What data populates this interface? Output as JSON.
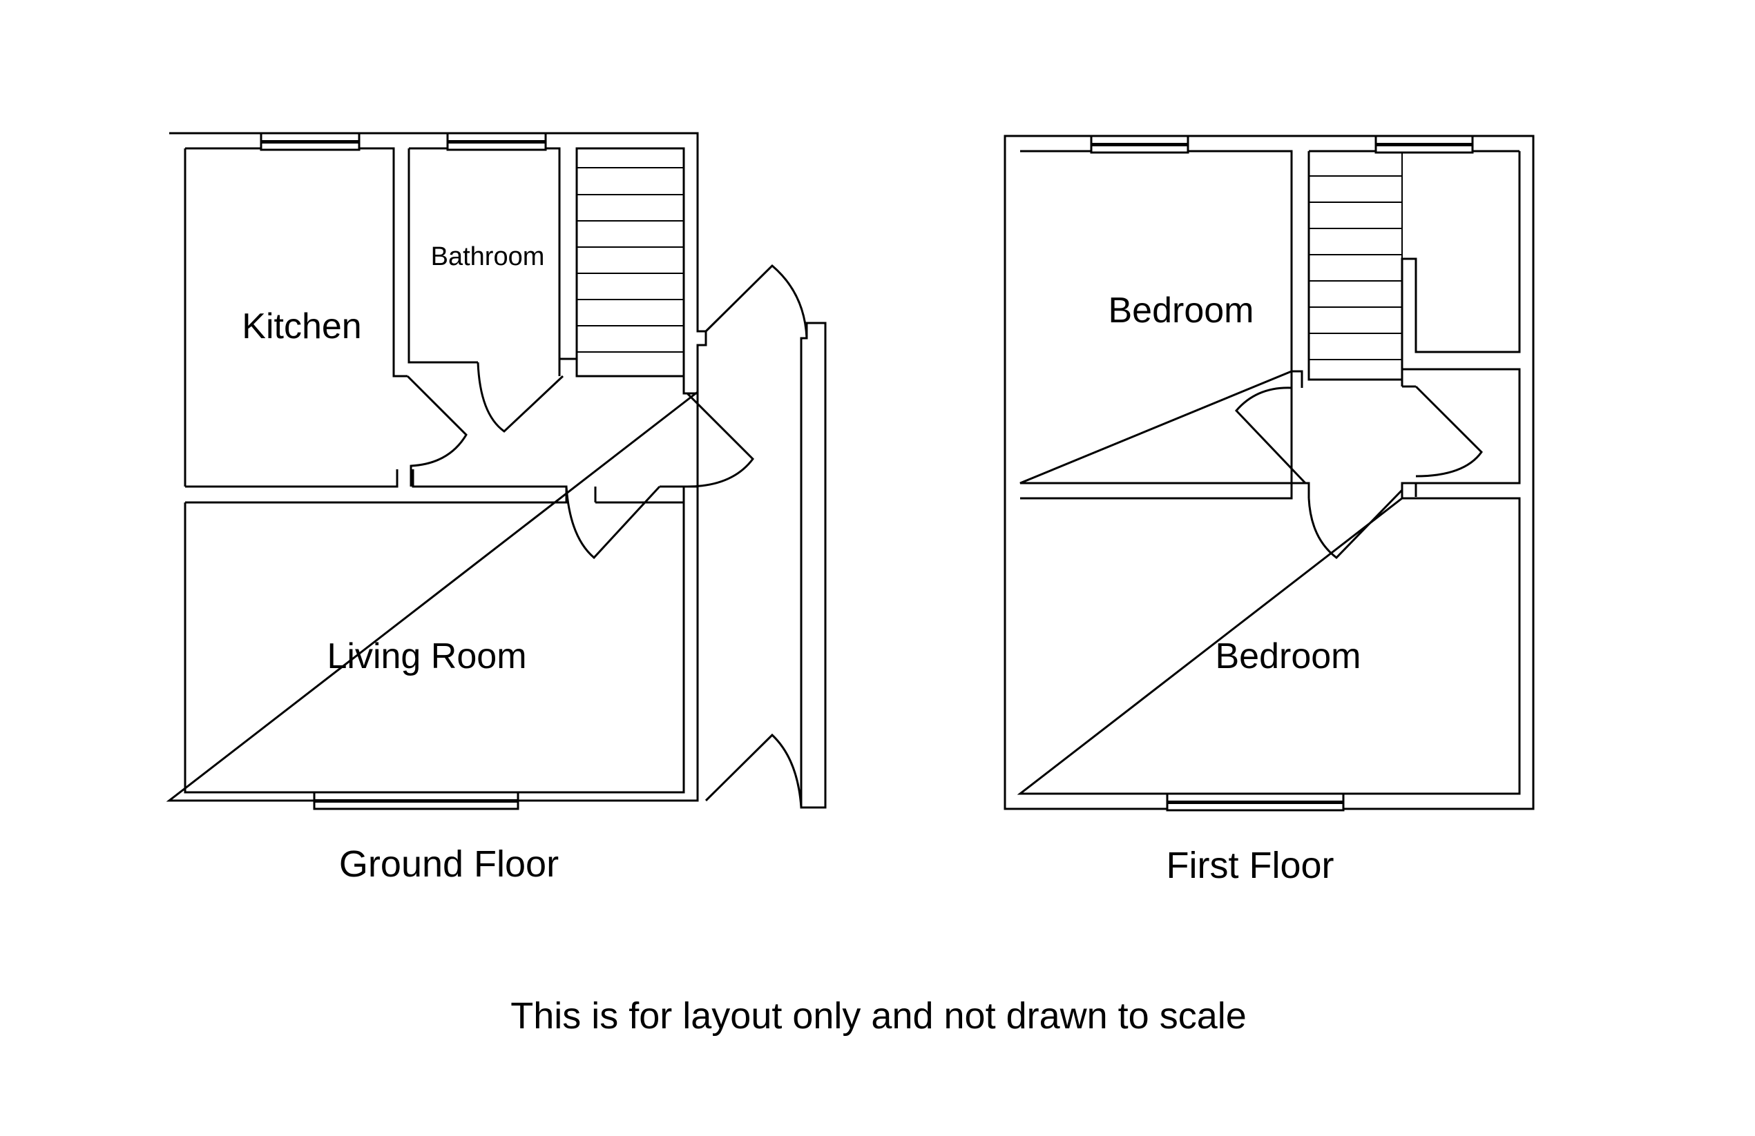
{
  "floors": [
    {
      "id": "ground",
      "label": "Ground Floor",
      "rooms": [
        {
          "id": "kitchen",
          "label": "Kitchen"
        },
        {
          "id": "bathroom",
          "label": "Bathroom"
        },
        {
          "id": "living",
          "label": "Living Room"
        }
      ]
    },
    {
      "id": "first",
      "label": "First Floor",
      "rooms": [
        {
          "id": "bedroom1",
          "label": "Bedroom"
        },
        {
          "id": "bedroom2",
          "label": "Bedroom"
        }
      ]
    }
  ],
  "disclaimer": "This is for layout only and not drawn to scale"
}
